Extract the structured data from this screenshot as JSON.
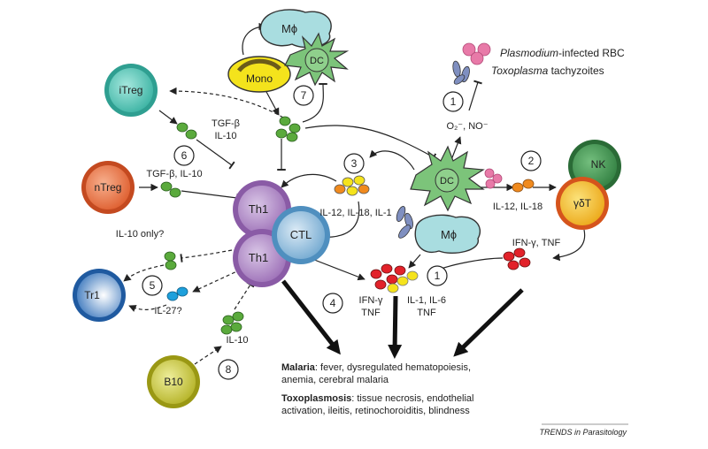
{
  "cells": {
    "mphi_top": "Mϕ",
    "mono": "Mono",
    "dc_top": "DC",
    "itreg": "iTreg",
    "ntreg": "nTreg",
    "th1_upper": "Th1",
    "th1_lower": "Th1",
    "ctl": "CTL",
    "tr1": "Tr1",
    "b10": "B10",
    "dc_right": "DC",
    "mphi_right": "Mϕ",
    "nk": "NK",
    "gdt": "γδT"
  },
  "steps": [
    "1",
    "2",
    "3",
    "4",
    "5",
    "6",
    "7",
    "8",
    "1"
  ],
  "labels": {
    "tgfb_il10_top_1": "TGF-β",
    "tgfb_il10_top_2": "IL-10",
    "tgfb_il10_ntreg": "TGF-β, IL-10",
    "il12_18_1": "IL-12, IL-18, IL-1",
    "il12_18_right": "IL-12, IL-18",
    "o2_no": "O₂⁻, NO⁻",
    "il10_only": "IL-10 only?",
    "il27": "IL-27?",
    "il10_b10": "IL-10",
    "ifng_tnf_right": "IFN-γ, TNF",
    "ifng_1": "IFN-γ",
    "ifng_2": "TNF",
    "il1_6_1": "IL-1, IL-6",
    "il1_6_2": "TNF",
    "plasmodium_italic": "Plasmodium",
    "plasmodium_rest": "-infected RBC",
    "toxo_italic": "Toxoplasma",
    "toxo_rest": " tachyzoites"
  },
  "outcomes": {
    "malaria_title": "Malaria",
    "malaria_text_1": ": fever, dysregulated hematopoiesis,",
    "malaria_text_2": "anemia, cerebral malaria",
    "toxo_title": "Toxoplasmosis",
    "toxo_text_1": ": tissue necrosis, endothelial",
    "toxo_text_2": "activation, ileitis, retinochoroiditis, blindness"
  },
  "footer": "TRENDS in Parasitology",
  "colors": {
    "itreg": "#4cc3b4",
    "ntreg": "#e8673a",
    "th1": "#a77cc0",
    "ctl": "#7fb4d8",
    "tr1": "#3f7fc6",
    "b10": "#c8c83a",
    "dc": "#7cc47a",
    "mphi": "#a9dde0",
    "mono": "#f4e31c",
    "nk": "#3f8f4e",
    "gdt": "#f2c21c",
    "cytokine_green": "#5aaa3c",
    "cytokine_red": "#e2222a",
    "cytokine_yellow": "#f5e31c",
    "cytokine_orange": "#f08a1e",
    "cytokine_blue": "#1ea0dc",
    "parasite_pink": "#e87aa8",
    "parasite_blue": "#7f8fc0"
  }
}
